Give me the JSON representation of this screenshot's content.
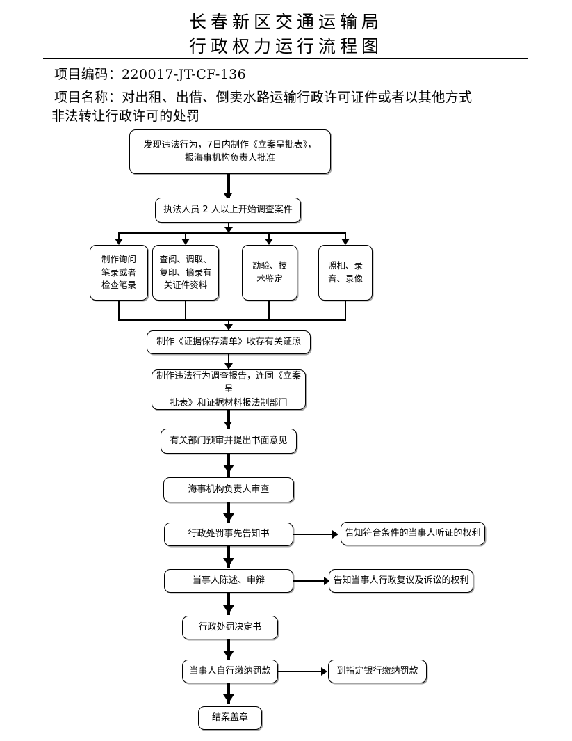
{
  "document": {
    "title_line_1": "长春新区交通运输局",
    "title_line_2": "行政权力运行流程图",
    "project_code_label": "项目编码：220017-JT-CF-136",
    "project_name_line_1": "项目名称：对出租、出借、倒卖水路运输行政许可证件或者以其他方式",
    "project_name_line_2": "非法转让行政许可的处罚"
  },
  "flowchart": {
    "type": "flowchart",
    "orientation": "top-to-bottom",
    "nodes": [
      {
        "id": "n1",
        "text": "发现违法行为，7日内制作《立案呈批表》，\n报海事机构负责人批准"
      },
      {
        "id": "n2",
        "text": "执法人员 2 人以上开始调查案件"
      },
      {
        "id": "n3a",
        "text": "制作询问\n笔录或者\n检查笔录"
      },
      {
        "id": "n3b",
        "text": "查阅、调取、\n复印、摘录有\n关证件资料"
      },
      {
        "id": "n3c",
        "text": "勘验、技\n术鉴定"
      },
      {
        "id": "n3d",
        "text": "照相、录\n音、录像"
      },
      {
        "id": "n4",
        "text": "制作《证据保存清单》收存有关证照"
      },
      {
        "id": "n5",
        "text": "制作违法行为调查报告，连同《立案呈\n批表》和证据材料报法制部门"
      },
      {
        "id": "n6",
        "text": "有关部门预审并提出书面意见"
      },
      {
        "id": "n7",
        "text": "海事机构负责人审查"
      },
      {
        "id": "n8",
        "text": "行政处罚事先告知书"
      },
      {
        "id": "n8r",
        "text": "告知符合条件的当事人听证的权利"
      },
      {
        "id": "n9",
        "text": "当事人陈述、申辩"
      },
      {
        "id": "n9r",
        "text": "告知当事人行政复议及诉讼的权利"
      },
      {
        "id": "n10",
        "text": "行政处罚决定书"
      },
      {
        "id": "n11",
        "text": "当事人自行缴纳罚款"
      },
      {
        "id": "n11r",
        "text": "到指定银行缴纳罚款"
      },
      {
        "id": "n12",
        "text": "结案盖章"
      }
    ],
    "edges": [
      {
        "from": "n1",
        "to": "n2",
        "kind": "down"
      },
      {
        "from": "n2",
        "to": "n3a",
        "kind": "split-down"
      },
      {
        "from": "n2",
        "to": "n3b",
        "kind": "split-down"
      },
      {
        "from": "n2",
        "to": "n3c",
        "kind": "split-down"
      },
      {
        "from": "n2",
        "to": "n3d",
        "kind": "split-down"
      },
      {
        "from": "n3a",
        "to": "n4",
        "kind": "merge-down"
      },
      {
        "from": "n3b",
        "to": "n4",
        "kind": "merge-down"
      },
      {
        "from": "n3c",
        "to": "n4",
        "kind": "merge-down"
      },
      {
        "from": "n3d",
        "to": "n4",
        "kind": "merge-down"
      },
      {
        "from": "n4",
        "to": "n5",
        "kind": "down"
      },
      {
        "from": "n5",
        "to": "n6",
        "kind": "down"
      },
      {
        "from": "n6",
        "to": "n7",
        "kind": "down"
      },
      {
        "from": "n7",
        "to": "n8",
        "kind": "down"
      },
      {
        "from": "n8",
        "to": "n8r",
        "kind": "right"
      },
      {
        "from": "n8",
        "to": "n9",
        "kind": "down"
      },
      {
        "from": "n9",
        "to": "n9r",
        "kind": "right"
      },
      {
        "from": "n9",
        "to": "n10",
        "kind": "down"
      },
      {
        "from": "n10",
        "to": "n11",
        "kind": "down"
      },
      {
        "from": "n11",
        "to": "n11r",
        "kind": "right"
      },
      {
        "from": "n11",
        "to": "n12",
        "kind": "down"
      }
    ]
  },
  "colors": {
    "background": "#ffffff",
    "text": "#000000",
    "border": "#000000",
    "shadow": "#5a5a5a"
  }
}
